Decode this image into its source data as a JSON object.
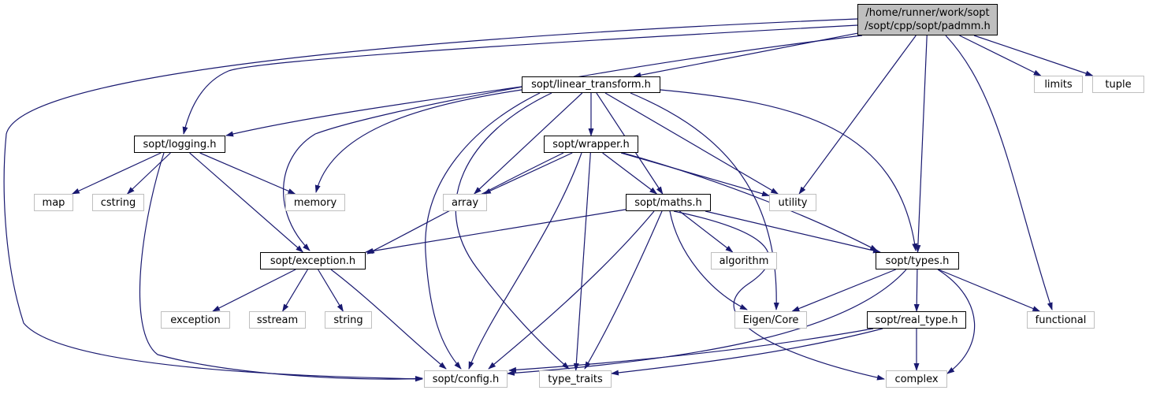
{
  "colors": {
    "edge": "#191970",
    "root_fill": "#bfbfbf",
    "local_border": "#000000",
    "system_border": "#bfbfbf",
    "background": "#ffffff"
  },
  "nodes": {
    "padmm_line1": "/home/runner/work/sopt",
    "padmm_line2": "/sopt/cpp/sopt/padmm.h",
    "linear_transform": "sopt/linear_transform.h",
    "limits": "limits",
    "tuple": "tuple",
    "logging": "sopt/logging.h",
    "wrapper": "sopt/wrapper.h",
    "map": "map",
    "cstring": "cstring",
    "memory": "memory",
    "array": "array",
    "utility": "utility",
    "maths": "sopt/maths.h",
    "exception_h": "sopt/exception.h",
    "algorithm": "algorithm",
    "types": "sopt/types.h",
    "exception": "exception",
    "sstream": "sstream",
    "string": "string",
    "eigen_core": "Eigen/Core",
    "real_type": "sopt/real_type.h",
    "functional": "functional",
    "config": "sopt/config.h",
    "type_traits": "type_traits",
    "complex": "complex"
  },
  "edges": [
    [
      "padmm",
      "linear_transform"
    ],
    [
      "padmm",
      "limits"
    ],
    [
      "padmm",
      "tuple"
    ],
    [
      "padmm",
      "logging"
    ],
    [
      "padmm",
      "utility"
    ],
    [
      "padmm",
      "exception_h"
    ],
    [
      "padmm",
      "types"
    ],
    [
      "padmm",
      "functional"
    ],
    [
      "padmm",
      "config"
    ],
    [
      "linear_transform",
      "logging"
    ],
    [
      "linear_transform",
      "wrapper"
    ],
    [
      "linear_transform",
      "memory"
    ],
    [
      "linear_transform",
      "array"
    ],
    [
      "linear_transform",
      "utility"
    ],
    [
      "linear_transform",
      "maths"
    ],
    [
      "linear_transform",
      "types"
    ],
    [
      "linear_transform",
      "eigen_core"
    ],
    [
      "linear_transform",
      "config"
    ],
    [
      "linear_transform",
      "type_traits"
    ],
    [
      "logging",
      "map"
    ],
    [
      "logging",
      "cstring"
    ],
    [
      "logging",
      "memory"
    ],
    [
      "logging",
      "exception_h"
    ],
    [
      "logging",
      "config"
    ],
    [
      "wrapper",
      "array"
    ],
    [
      "wrapper",
      "utility"
    ],
    [
      "wrapper",
      "maths"
    ],
    [
      "wrapper",
      "exception_h"
    ],
    [
      "wrapper",
      "types"
    ],
    [
      "wrapper",
      "config"
    ],
    [
      "wrapper",
      "type_traits"
    ],
    [
      "maths",
      "exception_h"
    ],
    [
      "maths",
      "algorithm"
    ],
    [
      "maths",
      "types"
    ],
    [
      "maths",
      "eigen_core"
    ],
    [
      "maths",
      "complex"
    ],
    [
      "maths",
      "config"
    ],
    [
      "maths",
      "type_traits"
    ],
    [
      "exception_h",
      "exception"
    ],
    [
      "exception_h",
      "sstream"
    ],
    [
      "exception_h",
      "string"
    ],
    [
      "exception_h",
      "config"
    ],
    [
      "types",
      "eigen_core"
    ],
    [
      "types",
      "real_type"
    ],
    [
      "types",
      "functional"
    ],
    [
      "types",
      "complex"
    ],
    [
      "types",
      "config"
    ],
    [
      "real_type",
      "config"
    ],
    [
      "real_type",
      "complex"
    ],
    [
      "real_type",
      "type_traits"
    ]
  ]
}
